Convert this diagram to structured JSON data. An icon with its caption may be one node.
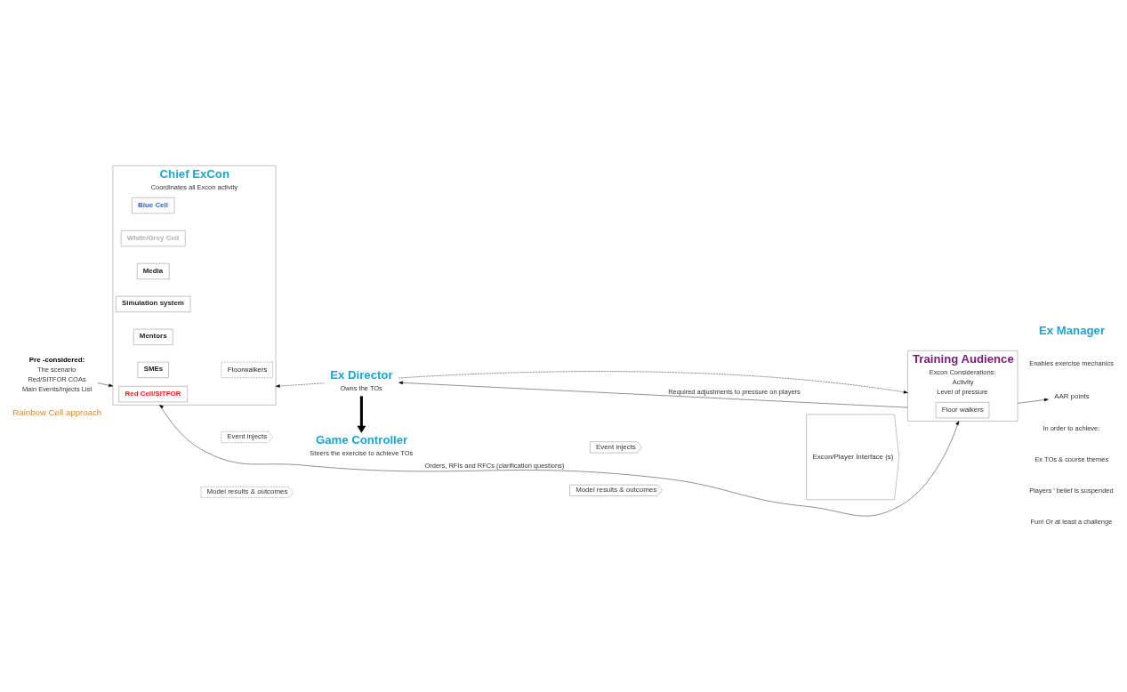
{
  "diagram": {
    "nodes": [
      {
        "text": [
          "Pre -considered:",
          "The scenario",
          "Red/SITFOR COAs",
          "Main Events/Injects List"
        ]
      },
      {
        "text": [
          "Ex Director",
          "Owns the TOs"
        ]
      },
      {
        "text": [
          "Chief ExCon",
          "Coordinates all Excon activity"
        ]
      },
      {
        "text": [
          "Red Cell/SITFOR"
        ],
        "in": 2
      },
      {
        "text": [
          "Blue Cell"
        ],
        "in": 2
      },
      {
        "text": [
          "White/Grey Cell"
        ],
        "in": 2
      },
      {
        "text": [
          "Media"
        ],
        "in": 2
      },
      {
        "text": [
          "Simulation system"
        ],
        "in": 2
      },
      {
        "text": [
          "Mentors"
        ],
        "in": 2
      },
      {
        "text": [
          "SMEs"
        ],
        "in": 2
      },
      {
        "text": [
          "Floorwalkers"
        ],
        "in": 2
      },
      {
        "text": [
          "Event injects"
        ]
      },
      {
        "text": [
          "Model results & outcomes"
        ]
      },
      {
        "text": [
          "Game Controller",
          "Steers the exercise to achieve TOs"
        ]
      },
      {
        "text": [
          "Event injects"
        ]
      },
      {
        "text": [
          "Model results & outcomes"
        ]
      },
      {
        "text": [
          "Excon/Player Interface (s)"
        ]
      },
      {
        "text": [
          "Training Audience",
          "Excon Considerations:",
          "Activity",
          "Level of pressure"
        ]
      },
      {
        "text": [
          "Floor walkers"
        ],
        "in": 17
      },
      {
        "text": [
          "AAR points"
        ]
      }
    ],
    "edges": [
      {
        "from": 0,
        "to": 2,
        "arrow": "to"
      },
      {
        "from": 1,
        "to": 2,
        "arrow": "to",
        "style": "dashed"
      },
      {
        "from": 1,
        "to": 13,
        "arrow": "to",
        "style": "thick"
      },
      {
        "from": 1,
        "to": 17,
        "arrow": "to",
        "style": "dashed"
      },
      {
        "from": 17,
        "to": 1,
        "arrow": "to",
        "label": "Required adjustments to pressure on players"
      },
      {
        "from": 17,
        "to": 19,
        "arrow": "to"
      },
      {
        "from": 2,
        "to": 17,
        "arrow": "both",
        "label": "Orders, RFIs and RFCs (clarification questions)"
      }
    ],
    "labels": [
      "Ex Manager",
      "Enables exercise mechanics",
      "Rainbow Cell approach",
      "In order to achieve:",
      "Ex TOs & course themes",
      "Players ’ belief is suspended",
      "Fun! Or at least a challenge"
    ]
  }
}
